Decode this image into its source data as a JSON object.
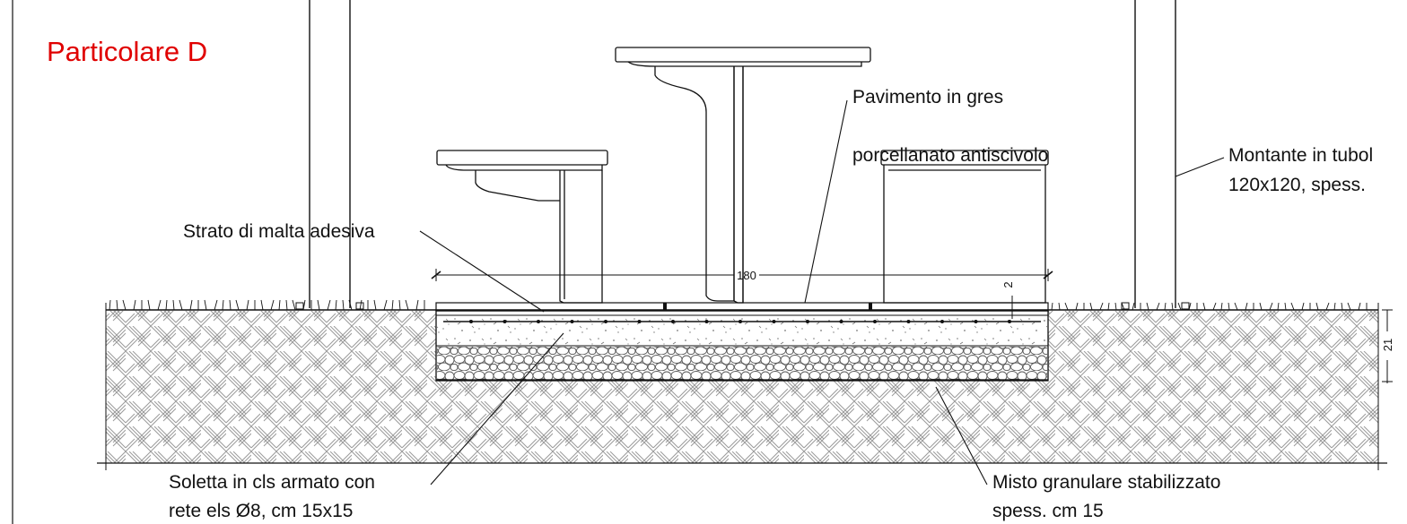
{
  "title": "Particolare  D",
  "colors": {
    "title": "#e00000",
    "line": "#111111",
    "hatch": "#9a9a9a"
  },
  "labels": {
    "pavimento_1": "Pavimento in gres",
    "pavimento_2": "porcellanato antiscivolo",
    "montante_1": "Montante in tubol",
    "montante_2": "120x120, spess.",
    "malta": "Strato di malta adesiva",
    "soletta_1": "Soletta in cls armato con",
    "soletta_2": "rete els Ø8, cm 15x15",
    "misto_1": "Misto granulare stabilizzato",
    "misto_2": "spess. cm 15"
  },
  "dimensions": {
    "width": "180",
    "thickness": "2",
    "depth": "21"
  }
}
